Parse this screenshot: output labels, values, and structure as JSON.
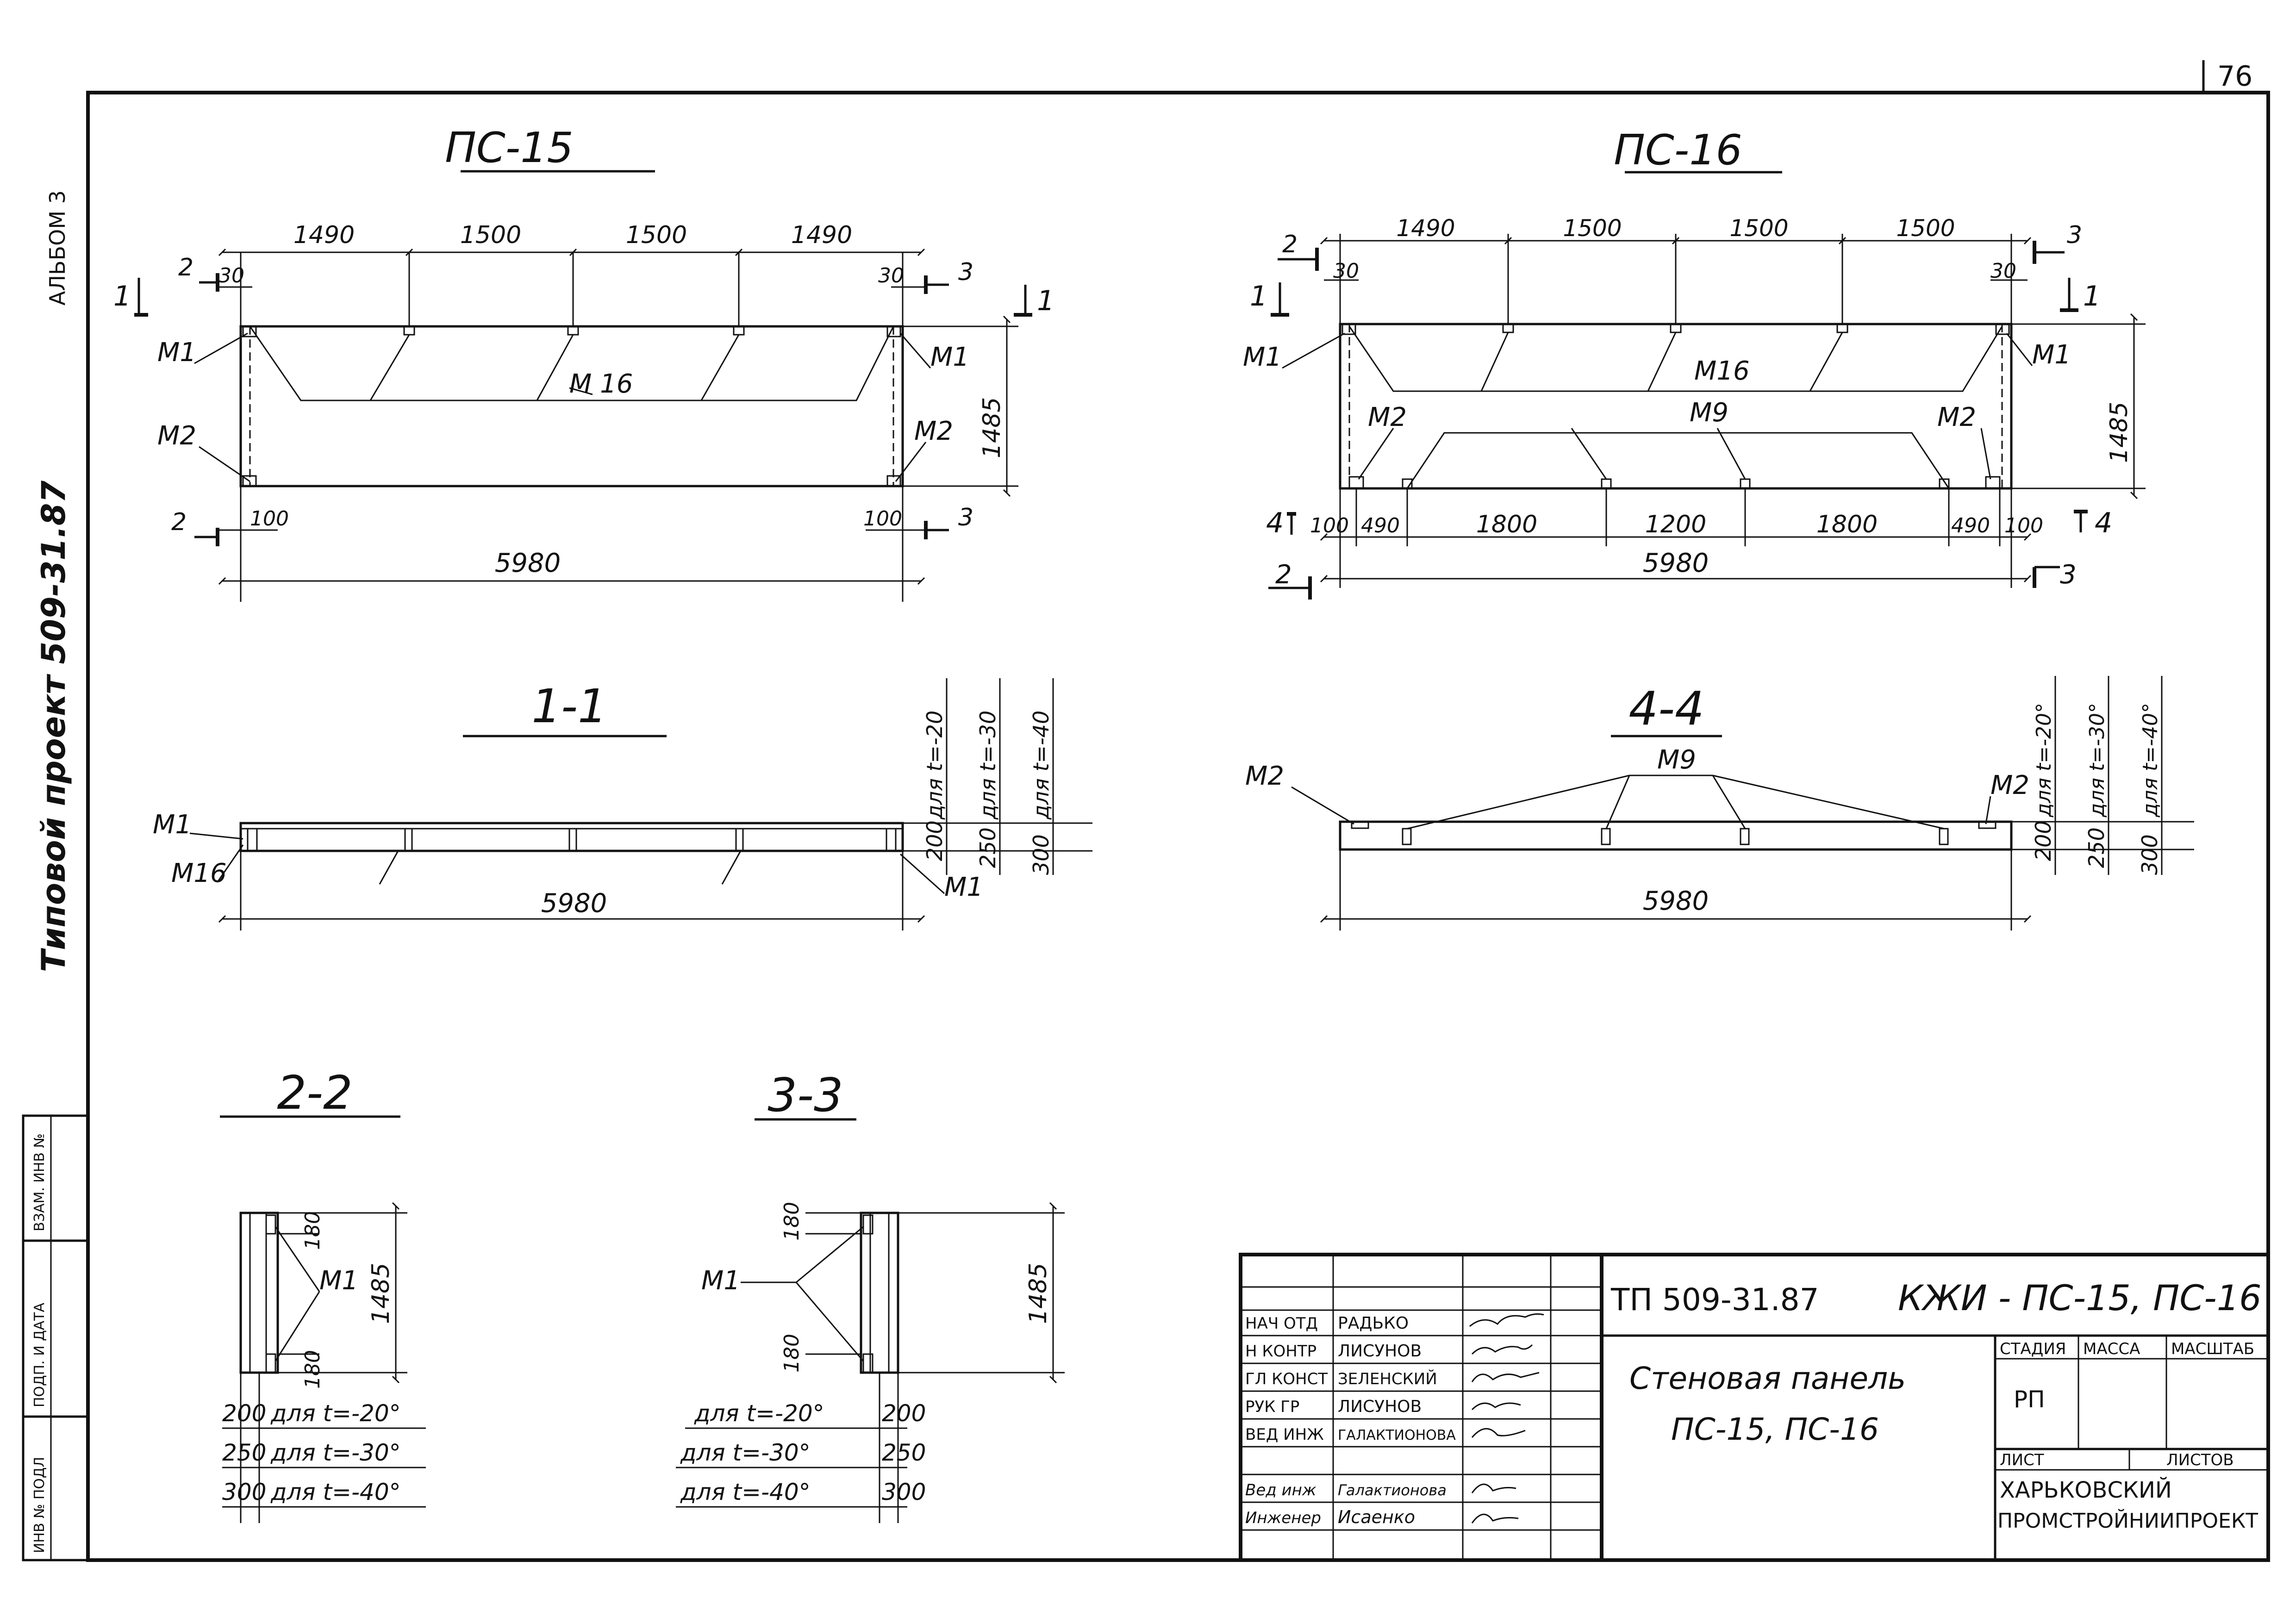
{
  "sheet_number": "76",
  "side_labels": {
    "album": "АЛЬБОМ 3",
    "project": "Типовой проект 509-31.87"
  },
  "side_stamp": [
    "ИНВ № ПОДЛ",
    "ПОДП. И ДАТА",
    "ВЗАМ. ИНВ №"
  ],
  "views": {
    "ps15": {
      "title": "ПС-15",
      "top_dims": [
        "1490",
        "1500",
        "1500",
        "1490"
      ],
      "edge_30_left": "30",
      "edge_30_right": "30",
      "edge_100_left": "100",
      "edge_100_right": "100",
      "overall": "5980",
      "height": "1485",
      "parts": {
        "m1_left": "М1",
        "m1_right": "М1",
        "m2_left": "М2",
        "m2_right": "М2",
        "m16": "М 16"
      },
      "cuts": {
        "c1_top": "1",
        "c1_top_r": "1",
        "c2_top": "2",
        "c2_bot": "2",
        "c3_top": "3",
        "c3_bot": "3"
      }
    },
    "ps16": {
      "title": "ПС-16",
      "top_dims": [
        "1490",
        "1500",
        "1500",
        "1500"
      ],
      "edge_30_left": "30",
      "edge_30_right": "30",
      "bottom_dims": [
        "100",
        "490",
        "1800",
        "1200",
        "1800",
        "490",
        "100"
      ],
      "overall": "5980",
      "height": "1485",
      "parts": {
        "m1_left": "М1",
        "m1_right": "М1",
        "m2_left": "М2",
        "m2_right": "М2",
        "m9": "М9",
        "m16": "М16"
      },
      "cuts": {
        "c1_top": "1",
        "c1_top_r": "1",
        "c2_top": "2",
        "c2_bot": "2",
        "c3_top": "3",
        "c3_bot": "3",
        "c4_left": "4",
        "c4_right": "4"
      }
    },
    "sec11": {
      "title": "1-1",
      "overall": "5980",
      "m1_left": "М1",
      "m16": "М16",
      "m1_right": "М1",
      "thick": [
        "200",
        "250",
        "300"
      ],
      "temps": [
        "для t=-20",
        "для t=-30",
        "для t=-40"
      ]
    },
    "sec44": {
      "title": "4-4",
      "overall": "5980",
      "m2_left": "М2",
      "m9": "М9",
      "m2_right": "М2",
      "thick": [
        "200",
        "250",
        "300"
      ],
      "temps": [
        "для t=-20°",
        "для t=-30°",
        "для t=-40°"
      ]
    },
    "sec22": {
      "title": "2-2",
      "d_top": "180",
      "d_bot": "180",
      "m1": "М1",
      "height": "1485",
      "rows": [
        {
          "t": "200",
          "label": "для t=-20°"
        },
        {
          "t": "250",
          "label": "для t=-30°"
        },
        {
          "t": "300",
          "label": "для t=-40°"
        }
      ]
    },
    "sec33": {
      "title": "3-3",
      "d_top": "180",
      "d_bot": "180",
      "m1": "М1",
      "height": "1485",
      "rows": [
        {
          "t": "200",
          "label": "для t=-20°"
        },
        {
          "t": "250",
          "label": "для t=-30°"
        },
        {
          "t": "300",
          "label": "для t=-40°"
        }
      ]
    }
  },
  "title_block": {
    "doc_code": "ТП 509-31.87",
    "mark": "КЖИ - ПС-15, ПС-16",
    "name_line1": "Стеновая панель",
    "name_line2": "ПС-15, ПС-16",
    "stage_header": "СТАДИЯ",
    "mass_header": "МАССА",
    "scale_header": "МАСШТАБ",
    "stage_value": "РП",
    "sheet_header": "ЛИСТ",
    "sheets_header": "ЛИСТОВ",
    "org_line1": "ХАРЬКОВСКИЙ",
    "org_line2": "ПРОМСТРОЙНИИПРОЕКТ",
    "people": [
      {
        "role": "НАЧ ОТД",
        "name": "РАДЬКО"
      },
      {
        "role": "Н КОНТР",
        "name": "ЛИСУНОВ"
      },
      {
        "role": "ГЛ КОНСТ",
        "name": "ЗЕЛЕНСКИЙ"
      },
      {
        "role": "РУК ГР",
        "name": "ЛИСУНОВ"
      },
      {
        "role": "ВЕД ИНЖ",
        "name": "ГАЛАКТИОНОВА"
      },
      {
        "role": "Вед инж",
        "name": "Галактионова"
      },
      {
        "role": "Инженер",
        "name": "Исаенко"
      }
    ]
  }
}
